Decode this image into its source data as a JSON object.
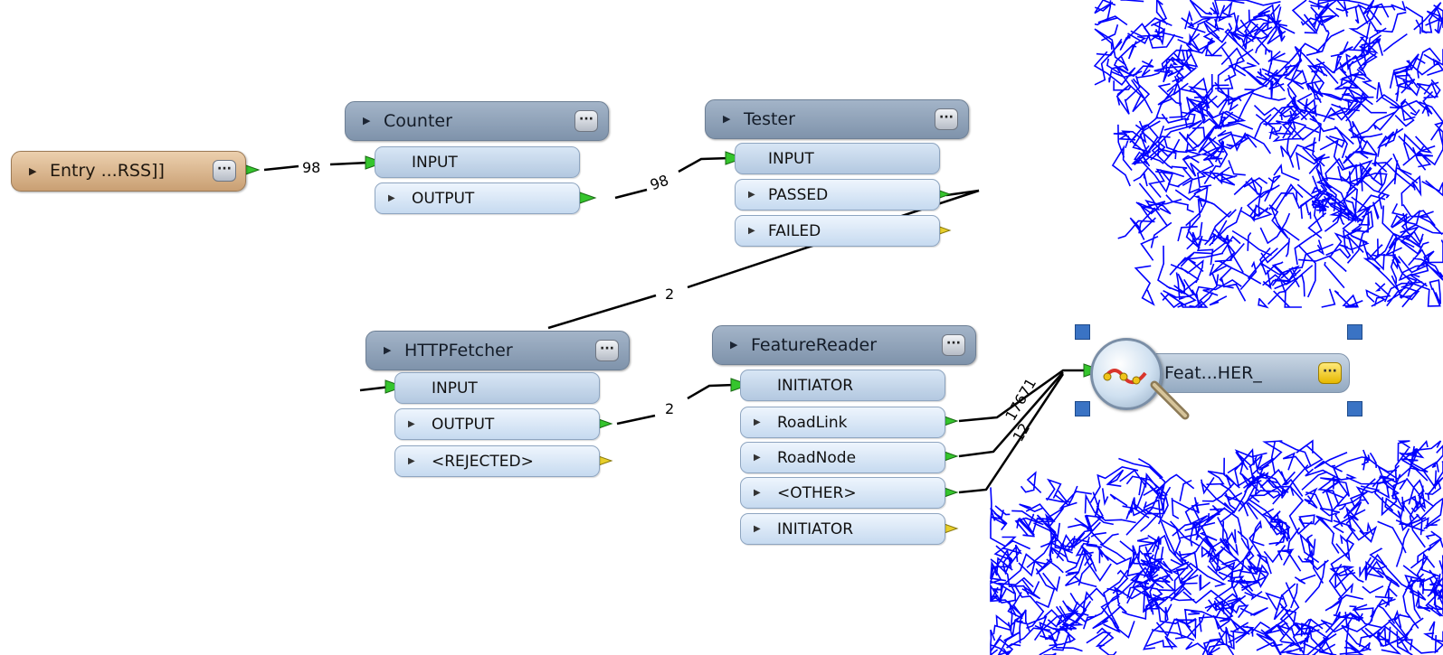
{
  "entry": {
    "label": "Entry ...RSS]]"
  },
  "counter": {
    "title": "Counter",
    "ports": {
      "input": "INPUT",
      "output": "OUTPUT"
    }
  },
  "tester": {
    "title": "Tester",
    "ports": {
      "input": "INPUT",
      "passed": "PASSED",
      "failed": "FAILED"
    }
  },
  "http_fetcher": {
    "title": "HTTPFetcher",
    "ports": {
      "input": "INPUT",
      "output": "OUTPUT",
      "rejected": "<REJECTED>"
    }
  },
  "feature_reader": {
    "title": "FeatureReader",
    "ports": {
      "initiator_in": "INITIATOR",
      "roadlink": "RoadLink",
      "roadnode": "RoadNode",
      "other": "<OTHER>",
      "initiator_out": "INITIATOR"
    }
  },
  "inspector": {
    "label": "Feat...HER_"
  },
  "connections": {
    "entry_to_counter": "98",
    "counter_to_tester": "98",
    "tester_to_fetcher": "2",
    "fetcher_to_reader": "2",
    "roadlink_count": "17671",
    "roadnode_count": "12"
  },
  "colors": {
    "map_lines": "#0000ff",
    "connector_in": "#35c52d",
    "connector_out_unused": "#e8cf2a",
    "selection_handle": "#3a73c4"
  },
  "icons": {
    "node_menu": "ellipsis-icon",
    "expand": "triangle-right-icon",
    "inspector": "magnifier-icon"
  }
}
